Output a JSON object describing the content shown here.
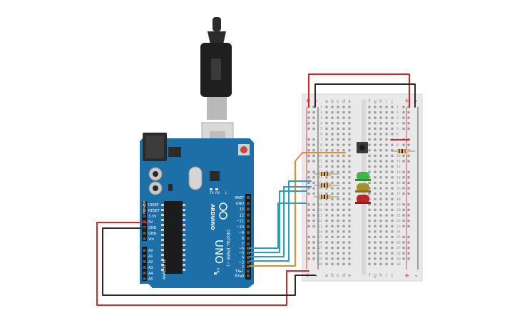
{
  "arduino": {
    "brand": "ARDUINO",
    "model": "UNO",
    "power_header": "POWER",
    "analog_header": "ANALOG IN",
    "digital_header": "DIGITAL (PWM ~)",
    "tx": "TX",
    "rx": "RX",
    "led_l": "L",
    "on_label": "ON",
    "power_pins": [
      "IOREF",
      "RESET",
      "3.3V",
      "5V",
      "GND",
      "GND",
      "Vin"
    ],
    "analog_pins": [
      "A0",
      "A1",
      "A2",
      "A3",
      "A4",
      "A5"
    ],
    "digital_top": [
      "AREF",
      "GND",
      "13",
      "12",
      "~11",
      "~10",
      "~9",
      "8"
    ],
    "digital_bottom": [
      "7",
      "~6",
      "~5",
      "4",
      "~3",
      "2",
      "TX▸1",
      "RX◂0"
    ]
  },
  "breadboard": {
    "columns": [
      "a",
      "b",
      "c",
      "d",
      "e",
      "f",
      "g",
      "h",
      "i",
      "j"
    ],
    "rows": [
      "1",
      "2",
      "3",
      "4",
      "5",
      "6",
      "7",
      "8",
      "9",
      "10",
      "11",
      "12",
      "13",
      "14",
      "15",
      "16",
      "17",
      "18",
      "19",
      "20",
      "21",
      "22",
      "23",
      "24",
      "25",
      "26",
      "27",
      "28",
      "29",
      "30"
    ],
    "plus": "+",
    "minus": "-"
  },
  "colors": {
    "board": "#1d6fa8",
    "board_dark": "#155988",
    "wire_red": "#d6262b",
    "wire_black": "#2a2a2a",
    "wire_blue": "#2a9dc4",
    "wire_orange": "#e8892a",
    "led_green": "#3fb64a",
    "led_yellow": "#a7912a",
    "led_red": "#b82828"
  }
}
